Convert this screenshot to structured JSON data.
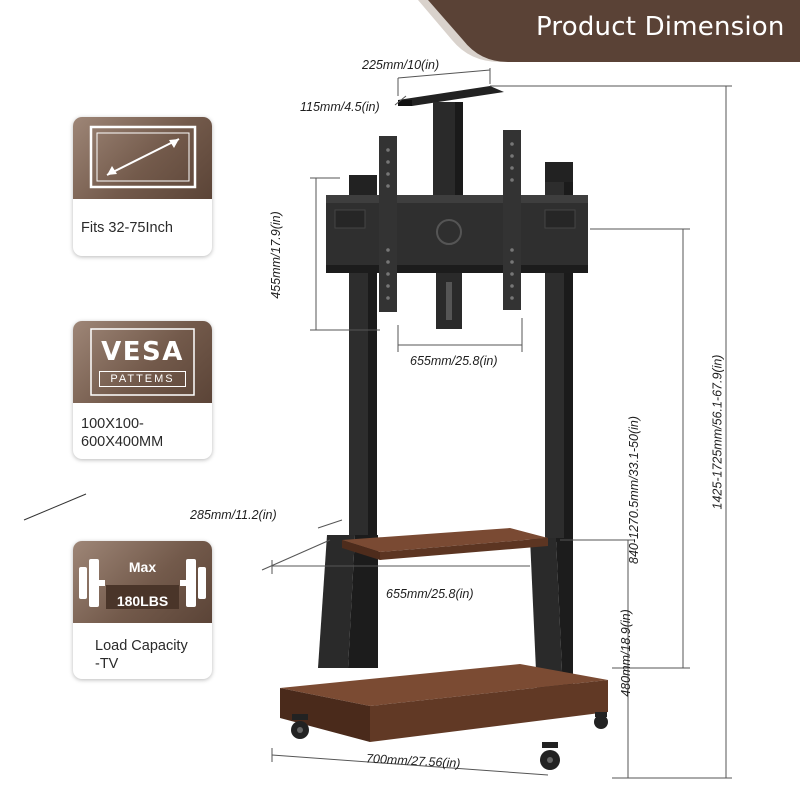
{
  "banner": {
    "title": "Product Dimension"
  },
  "features": [
    {
      "icon": "screen-diagonal-icon",
      "label": "Fits 32-75Inch"
    },
    {
      "icon": "vesa-badge-icon",
      "badge_main": "VESA",
      "badge_sub": "PATTEMS",
      "label_line1": "100X100-",
      "label_line2": "600X400MM"
    },
    {
      "icon": "dumbbell-icon",
      "badge_top": "Max",
      "badge_bottom": "180LBS",
      "label_line1": "Load Capacity",
      "label_line2": "-TV"
    }
  ],
  "dimensions": {
    "top_plate_width": "225mm/10(in)",
    "top_plate_depth": "115mm/4.5(in)",
    "bracket_height": "455mm/17.9(in)",
    "bracket_width": "655mm/25.8(in)",
    "adjust_height": "840-1270.5mm/33.1-50(in)",
    "total_height": "1425-1725mm/56.1-67.9(in)",
    "shelf_depth": "285mm/11.2(in)",
    "shelf_width": "655mm/25.8(in)",
    "shelf_height": "480mm/18.9(in)",
    "base_width": "700mm/27.56(in)"
  },
  "colors": {
    "banner": "#5a4236",
    "metal": "#2b2b2b",
    "wood": "#6b3e2a",
    "card_top": "#7a6051"
  }
}
